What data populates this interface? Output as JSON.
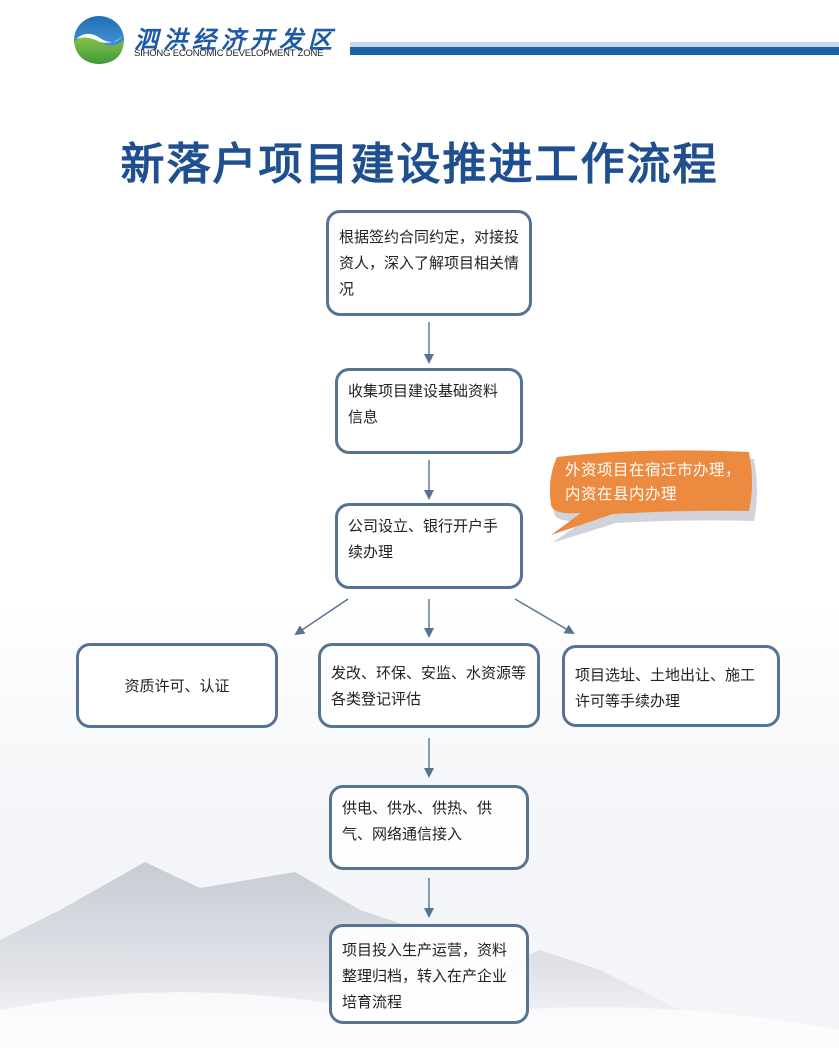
{
  "header": {
    "brand_cn": "泗洪经济开发区",
    "brand_en": "SIHONG ECONOMIC DEVELOPMENT ZONE",
    "logo_icon": "globe-leaf-logo-icon",
    "rule_colors": {
      "light": "#c8d7ea",
      "dark": "#1b62a9"
    }
  },
  "title": "新落户项目建设推进工作流程",
  "colors": {
    "title": "#1f4f8f",
    "node_border": "#567391",
    "arrow": "#567391",
    "callout_fill": "#ec8a3f",
    "callout_text": "#ffffff"
  },
  "flow": {
    "steps": [
      {
        "id": "step1",
        "text": "根据签约合同约定，对接投资人，深入了解项目相关情况"
      },
      {
        "id": "step2",
        "text": "收集项目建设基础资料信息"
      },
      {
        "id": "step3",
        "text": "公司设立、银行开户手续办理"
      },
      {
        "id": "step4a",
        "text": "资质许可、认证"
      },
      {
        "id": "step4b",
        "text": "发改、环保、安监、水资源等各类登记评估"
      },
      {
        "id": "step4c",
        "text": "项目选址、土地出让、施工许可等手续办理"
      },
      {
        "id": "step5",
        "text": "供电、供水、供热、供气、网络通信接入"
      },
      {
        "id": "step6",
        "text": "项目投入生产运营，资料整理归档，转入在产企业培育流程"
      }
    ],
    "callout": {
      "text": "外资项目在宿迁市办理，内资在县内办理",
      "attached_to": "step3"
    },
    "edges": [
      [
        "step1",
        "step2"
      ],
      [
        "step2",
        "step3"
      ],
      [
        "step3",
        "step4a"
      ],
      [
        "step3",
        "step4b"
      ],
      [
        "step3",
        "step4c"
      ],
      [
        "step4b",
        "step5"
      ],
      [
        "step5",
        "step6"
      ]
    ]
  }
}
